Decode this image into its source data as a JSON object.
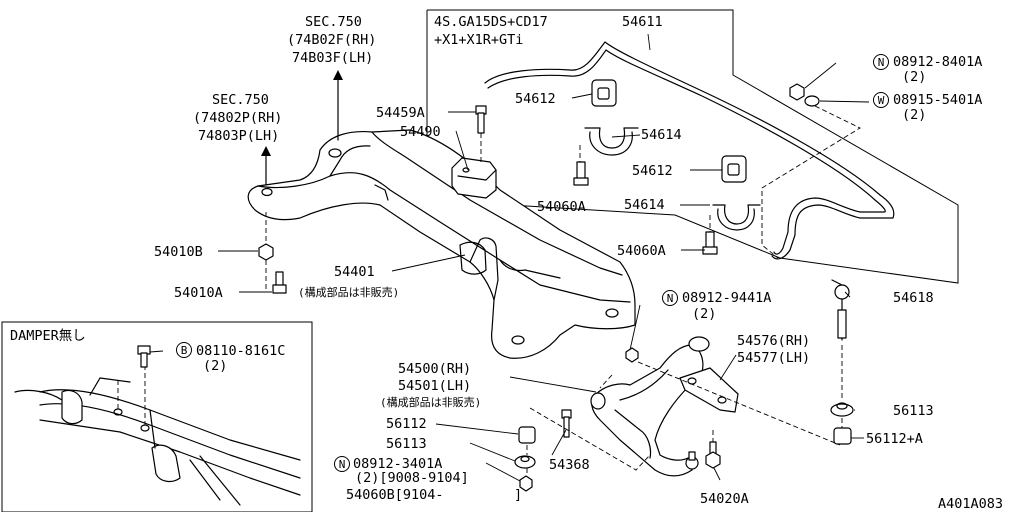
{
  "labels": {
    "sec750_top": "SEC.750",
    "ref_74b02f": "(74B02F(RH)",
    "ref_74b03f": "74B03F(LH)",
    "sec750_left": "SEC.750",
    "ref_74802p": "(74802P(RH)",
    "ref_74803p": "74803P(LH)",
    "box_line1": "4S.GA15DS+CD17",
    "box_line2": "+X1+X1R+GTi",
    "p54611": "54611",
    "p08912_8401a": "08912-8401A",
    "p08912_8401a_qty": "(2)",
    "p08915_5401a": "08915-5401A",
    "p08915_5401a_qty": "(2)",
    "p54612_a": "54612",
    "p54614_a": "54614",
    "p54459a": "54459A",
    "p54490": "54490",
    "p54060a_a": "54060A",
    "p54612_b": "54612",
    "p54614_b": "54614",
    "p54060a_b": "54060A",
    "p54010b": "54010B",
    "p54401": "54401",
    "p54401_note": "(構成部品は非販売)",
    "p54010a": "54010A",
    "p08912_9441a": "08912-9441A",
    "p08912_9441a_qty": "(2)",
    "p54618": "54618",
    "p54576": "54576(RH)",
    "p54577": "54577(LH)",
    "p54500": "54500(RH)",
    "p54501": "54501(LH)",
    "p54500_note": "(構成部品は非販売)",
    "p56112": "56112",
    "p56113_a": "56113",
    "p08912_3401a": "08912-3401A",
    "p08912_3401a_qty": "(2)[9008-9104]",
    "p54060b": "54060B[9104-",
    "p54060b_close": "]",
    "p54368": "54368",
    "p56113_b": "56113",
    "p56112a": "56112+A",
    "p54020a": "54020A",
    "damper_title": "DAMPER無し",
    "p08110_8161c": "08110-8161C",
    "p08110_8161c_qty": "(2)",
    "code": "A401A083",
    "mark_n": "N",
    "mark_w": "W",
    "mark_b": "B"
  }
}
